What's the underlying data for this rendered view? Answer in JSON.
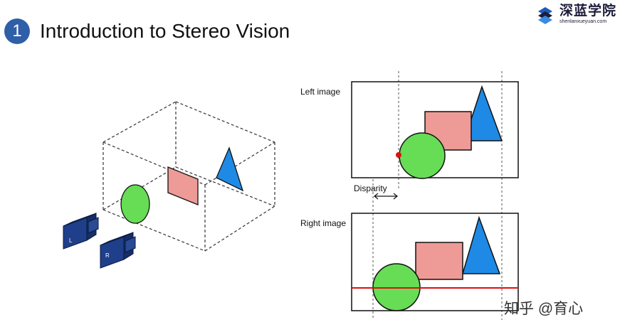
{
  "header": {
    "step_number": "1",
    "title": "Introduction to Stereo Vision"
  },
  "brand": {
    "name": "深蓝学院",
    "domain": "shenlanxueyuan.com"
  },
  "scene": {
    "left_camera_label": "L",
    "right_camera_label": "R"
  },
  "images": {
    "left_label": "Left image",
    "right_label": "Right image",
    "disparity_label": "Disparity"
  },
  "watermark": "知乎 @育心",
  "colors": {
    "badge": "#2f5fa8",
    "circle": "#66dd55",
    "square": "#ee9a96",
    "triangle": "#1e8ae6",
    "camera": "#1f3f8a",
    "red_point": "#e01010"
  }
}
